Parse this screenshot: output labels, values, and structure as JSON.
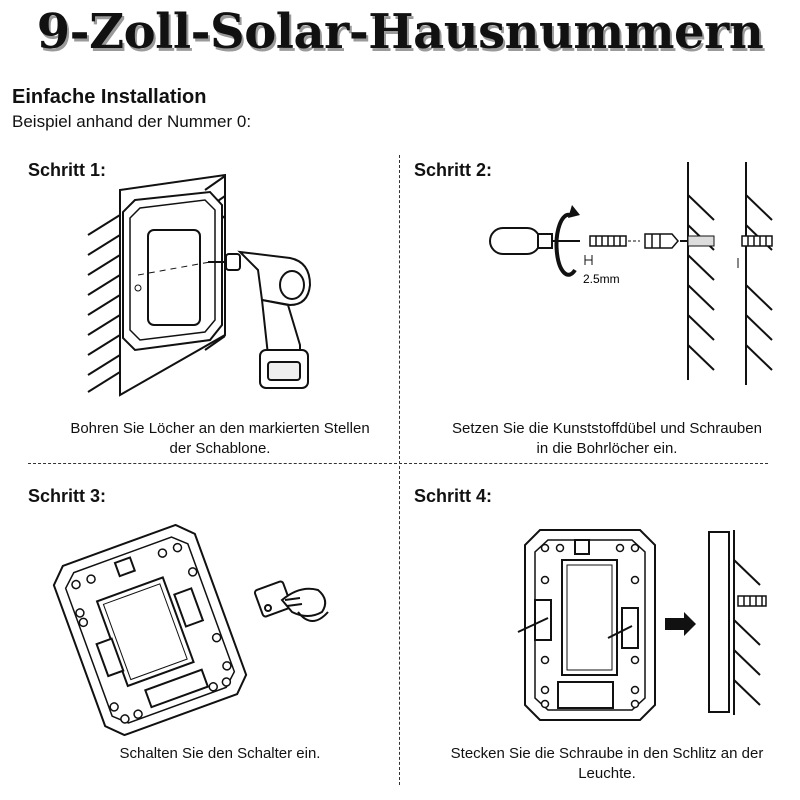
{
  "title": "9-Zoll-Solar-Hausnummern",
  "subtitle": "Einfache Installation",
  "intro": "Beispiel anhand der Nummer 0:",
  "steps": [
    {
      "label": "Schritt 1:",
      "caption_line1": "Bohren Sie Löcher an den markierten Stellen",
      "caption_line2": "der Schablone."
    },
    {
      "label": "Schritt 2:",
      "caption_line1": "Setzen Sie die Kunststoffdübel und Schrauben",
      "caption_line2": "in die Bohrlöcher ein.",
      "dimension": "2.5mm"
    },
    {
      "label": "Schritt 3:",
      "caption_line1": "Schalten Sie den Schalter ein.",
      "caption_line2": ""
    },
    {
      "label": "Schritt 4:",
      "caption_line1": "Stecken Sie die Schraube in den Schlitz an der",
      "caption_line2": "Leuchte."
    }
  ],
  "colors": {
    "ink": "#111111",
    "shadow": "#9a9a9a",
    "background": "#ffffff"
  },
  "icons": [
    "drill-icon",
    "screwdriver-icon",
    "screw-icon",
    "dowel-icon",
    "arrow-right-icon",
    "hand-icon"
  ]
}
